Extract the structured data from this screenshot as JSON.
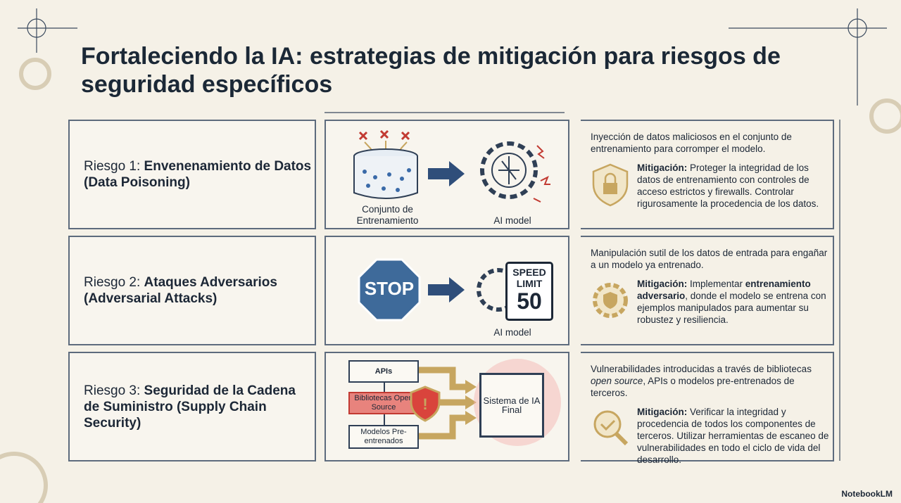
{
  "title": "Fortaleciendo la IA: estrategias de mitigación para riesgos de seguridad específicos",
  "rows": [
    {
      "risk_prefix": "Riesgo 1: ",
      "risk_name": "Envenenamiento de Datos (Data Poisoning)",
      "caption_left": "Conjunto de Entrenamiento",
      "caption_right": "AI model",
      "description": "Inyección de datos maliciosos en el conjunto de entrenamiento para corromper el modelo.",
      "mitigation_label": "Mitigación:",
      "mitigation_text": " Proteger la integridad de los datos de entrenamiento con controles de acceso estrictos y firewalls. Controlar rigurosamente la procedencia de los datos.",
      "icon": "shield-lock-icon"
    },
    {
      "risk_prefix": "Riesgo 2: ",
      "risk_name": "Ataques Adversarios (Adversarial Attacks)",
      "stop_sign": "STOP",
      "speed_top": "SPEED",
      "speed_mid": "LIMIT",
      "speed_num": "50",
      "caption_right": "AI model",
      "description": "Manipulación sutil de los datos de entrada para engañar a un modelo ya entrenado.",
      "mitigation_label": "Mitigación:",
      "mitigation_pre": " Implementar ",
      "mitigation_bold": "entrenamiento adversario",
      "mitigation_text": ", donde el modelo se entrena con ejemplos manipulados para aumentar su robustez y resiliencia.",
      "icon": "gear-shield-icon"
    },
    {
      "risk_prefix": "Riesgo 3: ",
      "risk_name": "Seguridad de la Cadena de Suministro (Supply Chain Security)",
      "apis": "APIs",
      "libs": "Bibliotecas Open Source",
      "models": "Modelos Pre-entrenados",
      "final": "Sistema de IA Final",
      "description_pre": "Vulnerabilidades introducidas a través de bibliotecas ",
      "description_em": "open source",
      "description_post": ", APIs o modelos pre-entrenados de terceros.",
      "mitigation_label": "Mitigación:",
      "mitigation_text": " Verificar la integridad y procedencia de todos los componentes de terceros. Utilizar herramientas de escaneo de vulnerabilidades en todo el ciclo de vida del desarrollo.",
      "icon": "magnifier-check-icon"
    }
  ],
  "brand": "NotebookLM",
  "colors": {
    "navy": "#2f4e7a",
    "gold": "#c7a660",
    "red": "#d9443c"
  }
}
